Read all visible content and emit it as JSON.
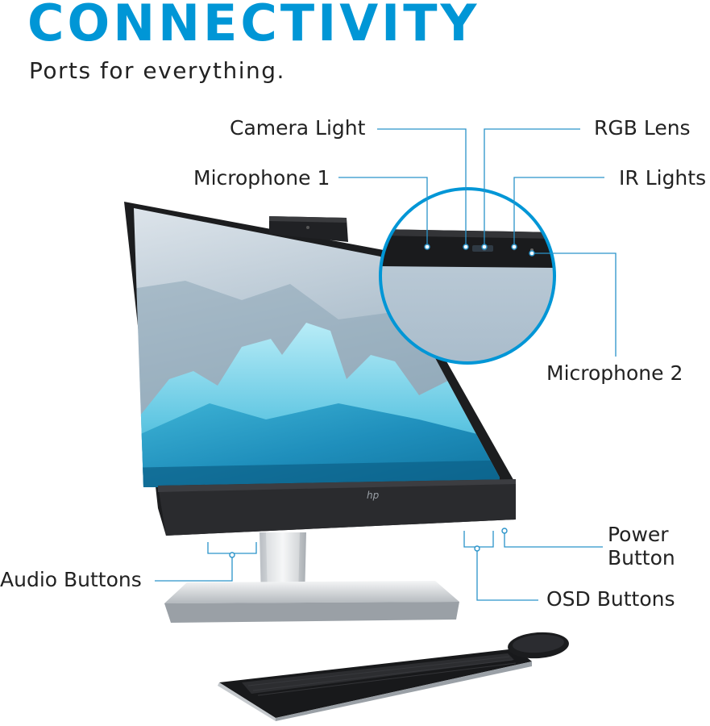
{
  "header": {
    "title": "CONNECTIVITY",
    "subtitle": "Ports for everything."
  },
  "callouts": {
    "camera_light": "Camera Light",
    "rgb_lens": "RGB Lens",
    "microphone_1": "Microphone 1",
    "ir_lights": "IR Lights",
    "microphone_2": "Microphone 2",
    "power_button": "Power\nButton",
    "audio_buttons": "Audio Buttons",
    "osd_buttons": "OSD Buttons"
  },
  "colors": {
    "brand_blue": "#0096d6",
    "leader_line": "#2a93c9"
  }
}
